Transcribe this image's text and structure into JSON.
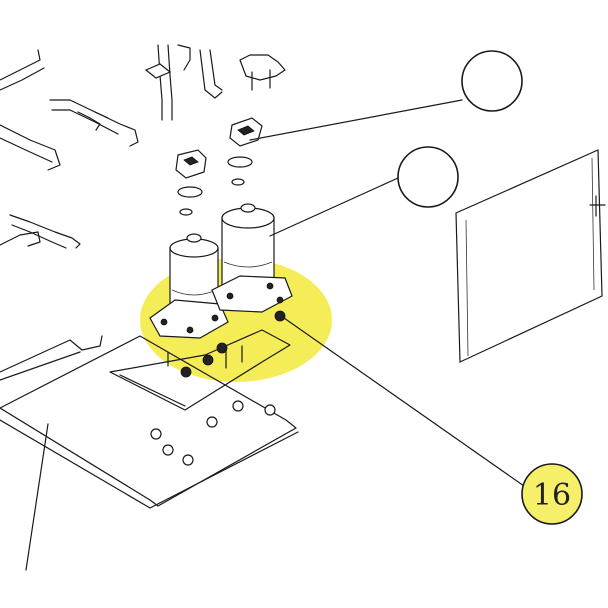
{
  "callouts": [
    {
      "id": "callout-a",
      "label": ""
    },
    {
      "id": "callout-b",
      "label": ""
    },
    {
      "id": "callout-16",
      "label": "16"
    }
  ],
  "colors": {
    "highlight": "#f3ec4a",
    "callout_16_fill": "#f5ef6a",
    "line": "#1a1a1a"
  }
}
